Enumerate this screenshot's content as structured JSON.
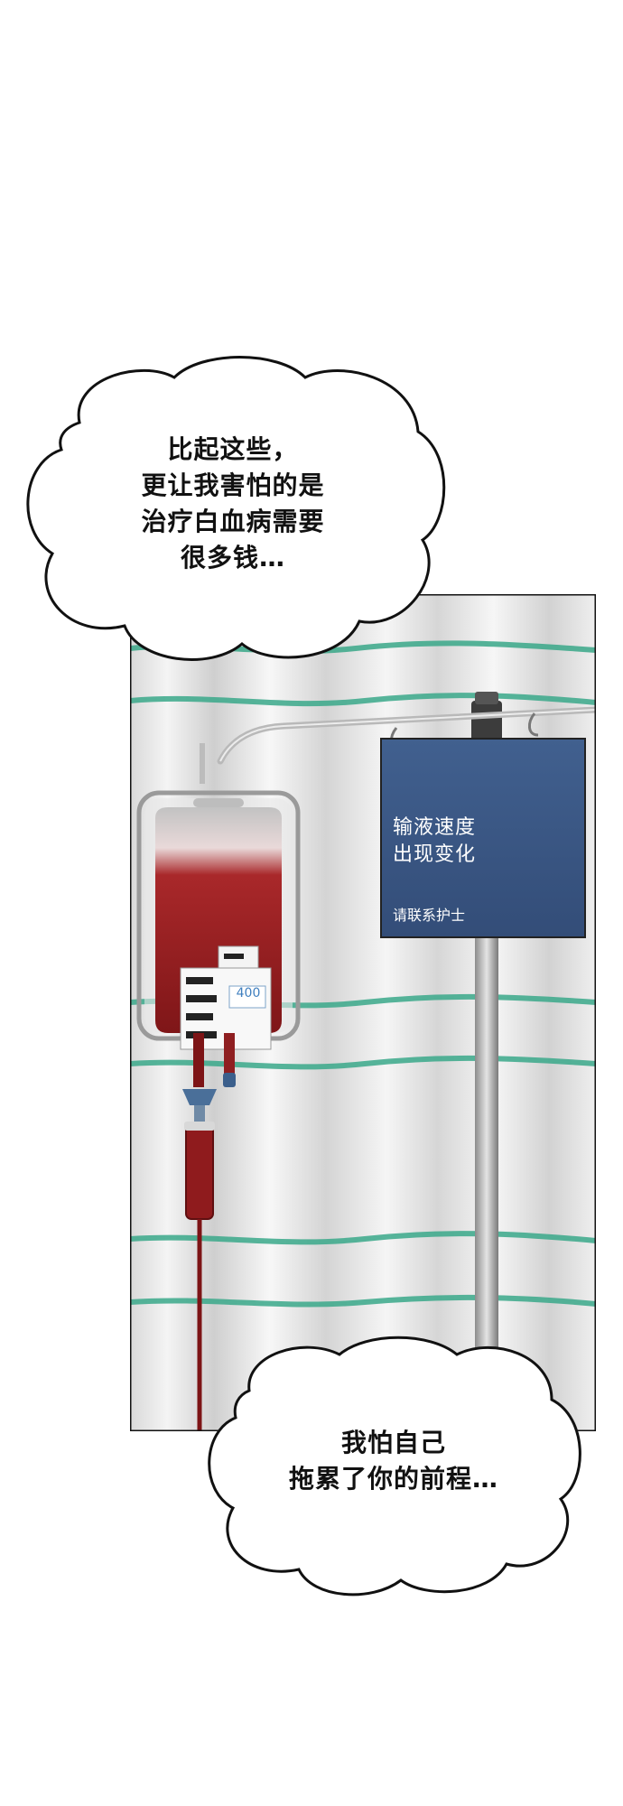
{
  "bubbles": {
    "top": {
      "lines": [
        "比起这些，",
        "更让我害怕的是",
        "治疗白血病需要",
        "很多钱…"
      ]
    },
    "bottom": {
      "lines": [
        "我怕自己",
        "拖累了你的前程…"
      ]
    }
  },
  "sign": {
    "line1": "输液速度",
    "line2": "出现变化",
    "line3": "请联系护士"
  },
  "iv_label": {
    "volume": "400"
  },
  "colors": {
    "blood": "#8e1a1c",
    "sign_blue": "#3a5683",
    "curtain_stripe": "#3aa889",
    "curtain": "#eeeeee"
  }
}
